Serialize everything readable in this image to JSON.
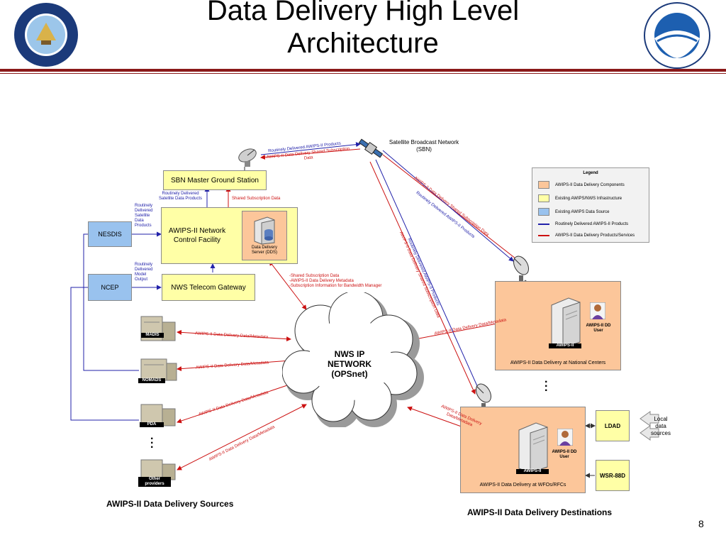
{
  "slide": {
    "title_line1": "Data Delivery High Level",
    "title_line2": "Architecture",
    "page_number": "8"
  },
  "satellite": {
    "label_line1": "Satellite Broadcast Network",
    "label_line2": "(SBN)"
  },
  "boxes": {
    "sbn_master": "SBN Master Ground Station",
    "nesdis": "NESDIS",
    "ncep": "NCEP",
    "nws_telecom": "NWS Telecom Gateway",
    "ncf_line1": "AWIPS-II Network",
    "ncf_line2": "Control Facility",
    "dds_line1": "Data Delivery",
    "dds_line2": "Server (DDS)",
    "ldad": "LDAD",
    "wsr88d": "WSR-88D"
  },
  "network": {
    "line1": "NWS IP",
    "line2": "NETWORK",
    "line3": "(OPSnet)"
  },
  "sources": {
    "madis": "MADIS",
    "nomads": "NOMADS",
    "pda": "PDA",
    "other_line1": "Other",
    "other_line2": "providers",
    "caption": "AWIPS-II Data Delivery Sources"
  },
  "destinations": {
    "national_label": "AWIPS-II Data Delivery at National Centers",
    "wfo_label": "AWIPS-II Data Delivery at WFOs/RFCs",
    "awips_tag": "AWIPS-II",
    "dd_user_line1": "AWIPS-II DD",
    "dd_user_line2": "User",
    "local_line1": "Local",
    "local_line2": "data",
    "local_line3": "sources",
    "caption": "AWIPS-II Data Delivery Destinations"
  },
  "labels": {
    "routinely_delivered_products": "Routinely Delivered AWIPS-II Products",
    "shared_subscription_line1": "AWIPS-II Data Delivery Shared Subscription",
    "shared_subscription_line2": "Data",
    "routinely_sat_line1": "Routinely Delivered",
    "routinely_sat_line2": "Satellite Data Products",
    "shared_subscription_data": "Shared Subscription Data",
    "nesdis_flow": [
      "Routinely",
      "Delivered",
      "Satellite",
      "Data",
      "Products"
    ],
    "ncep_flow": [
      "Routinely",
      "Delivered",
      "Model",
      "Output"
    ],
    "dds_flow": [
      "-Shared Subscription Data",
      "-AWIPS-II Data Delivery Metadata",
      "-Subscription Information for Bandwidth Manager"
    ],
    "sbn_shared_diag": "AWIPS-II Data Delivery Shared Subscription Data",
    "sbn_routine_diag": "Routinely Delivered AWIPS-II Products",
    "sbn_routine_diag2": "Routinely Delivered AWIPS-II Products",
    "sbn_shared_diag2": "AWIPS-II Data Delivery Shared Subscription Data",
    "dd_metadata": "AWIPS-II Data Delivery Data/Metadata",
    "wfo_metadata_line1": "AWIPS-II Data Delivery",
    "wfo_metadata_line2": "Data/Metadata"
  },
  "legend": {
    "title": "Legend",
    "items": [
      {
        "label": "AWIPS-II Data Delivery Components",
        "color": "#fcc69a",
        "kind": "swatch"
      },
      {
        "label": "Existing AWIPS/NWS Infrastructure",
        "color": "#ffffa6",
        "kind": "swatch"
      },
      {
        "label": "Existing AWIPS Data Source",
        "color": "#99c2ee",
        "kind": "swatch"
      },
      {
        "label": "Routinely Delivered AWIPS-II Products",
        "color": "#2222aa",
        "kind": "line"
      },
      {
        "label": "AWIPS-II Data Delivery Products/Services",
        "color": "#cc1111",
        "kind": "line"
      }
    ]
  },
  "colors": {
    "accent_rule": "#8b1a1a",
    "blue_flow": "#2222aa",
    "red_flow": "#cc1111"
  }
}
